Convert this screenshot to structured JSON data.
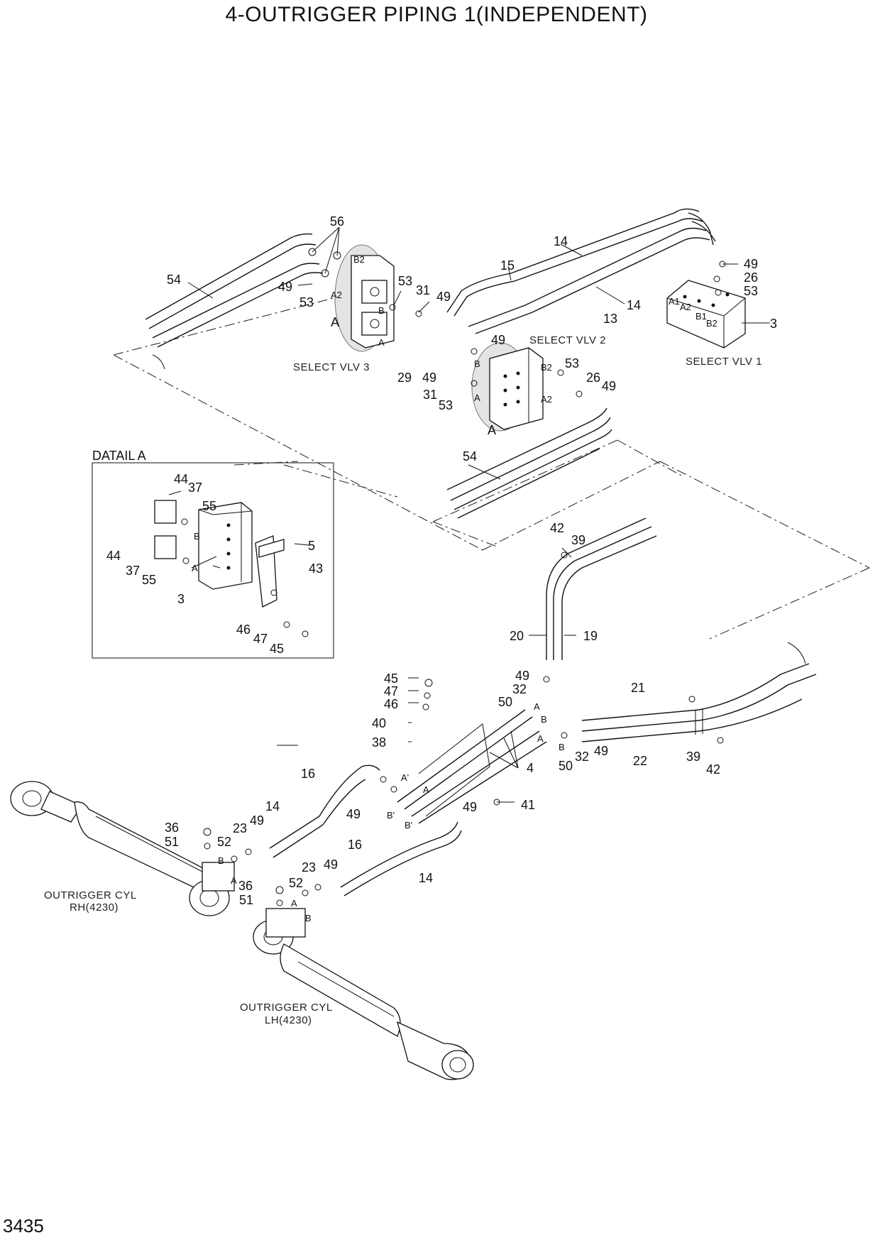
{
  "title": "4-OUTRIGGER PIPING 1(INDEPENDENT)",
  "page_number": "3435",
  "notes": {
    "select_vlv_1": "SELECT VLV 1",
    "select_vlv_2": "SELECT VLV 2",
    "select_vlv_3": "SELECT VLV 3",
    "detail_a": "DATAIL A",
    "cyl_rh_line1": "OUTRIGGER CYL",
    "cyl_rh_line2": "RH(4230)",
    "cyl_lh_line1": "OUTRIGGER CYL",
    "cyl_lh_line2": "LH(4230)"
  },
  "detail_markers": [
    "A",
    "A"
  ],
  "port_labels": [
    "B2",
    "A2",
    "B",
    "A",
    "A1",
    "A2",
    "B1",
    "B2",
    "B2",
    "B",
    "A",
    "A2",
    "B",
    "A",
    "A",
    "B",
    "A",
    "B",
    "A'",
    "A",
    "B'",
    "B'",
    "B",
    "A",
    "A",
    "B"
  ],
  "callouts_top": [
    "56",
    "54",
    "49",
    "53",
    "53",
    "31",
    "49",
    "15",
    "14",
    "14",
    "13",
    "49",
    "26",
    "53",
    "3",
    "29",
    "49",
    "31",
    "53",
    "49",
    "53",
    "26",
    "49",
    "54"
  ],
  "callouts_detail": [
    "44",
    "37",
    "55",
    "5",
    "43",
    "44",
    "37",
    "55",
    "3",
    "46",
    "47",
    "45"
  ],
  "callouts_bottom": [
    "42",
    "39",
    "20",
    "19",
    "45",
    "47",
    "46",
    "40",
    "38",
    "49",
    "32",
    "50",
    "21",
    "22",
    "49",
    "32",
    "50",
    "4",
    "39",
    "42",
    "16",
    "14",
    "49",
    "49",
    "41",
    "36",
    "51",
    "52",
    "23",
    "49",
    "16",
    "14",
    "36",
    "52",
    "23",
    "49",
    "51"
  ]
}
